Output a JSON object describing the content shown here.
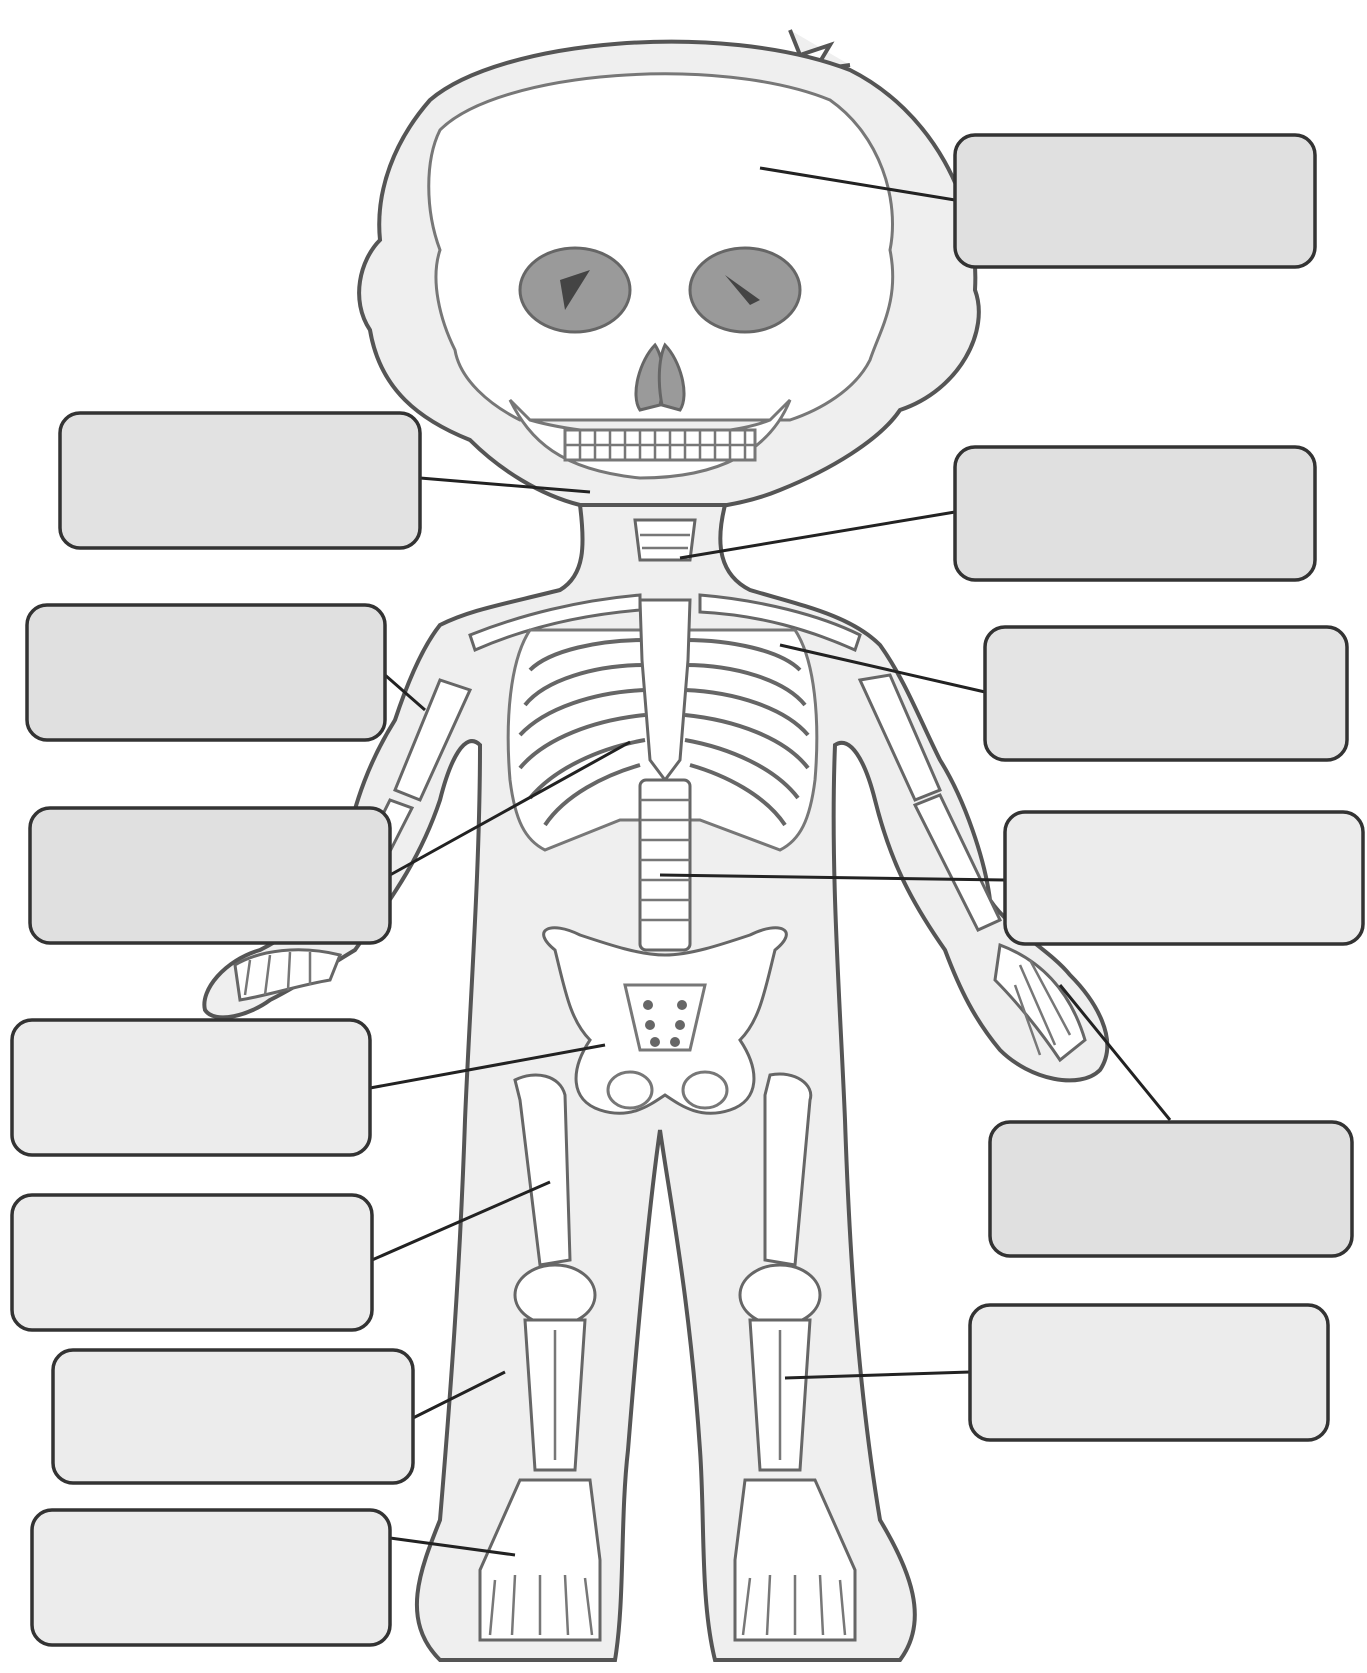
{
  "worksheet": {
    "label_boxes": [
      {
        "id": "skull",
        "text": "",
        "fill": "#e0e0e0"
      },
      {
        "id": "jaw",
        "text": "",
        "fill": "#e2e2e2"
      },
      {
        "id": "neck-bones",
        "text": "",
        "fill": "#e0e0e0"
      },
      {
        "id": "upper-arm",
        "text": "",
        "fill": "#e0e0e0"
      },
      {
        "id": "collarbone",
        "text": "",
        "fill": "#e4e4e4"
      },
      {
        "id": "ribs",
        "text": "",
        "fill": "#e0e0e0"
      },
      {
        "id": "spine",
        "text": "",
        "fill": "#ececec"
      },
      {
        "id": "hand",
        "text": "",
        "fill": "#e0e0e0"
      },
      {
        "id": "pelvis",
        "text": "",
        "fill": "#ececec"
      },
      {
        "id": "thigh",
        "text": "",
        "fill": "#ececec"
      },
      {
        "id": "lower-leg-left",
        "text": "",
        "fill": "#ececec"
      },
      {
        "id": "lower-leg-right",
        "text": "",
        "fill": "#ececec"
      },
      {
        "id": "foot",
        "text": "",
        "fill": "#ececec"
      }
    ]
  }
}
